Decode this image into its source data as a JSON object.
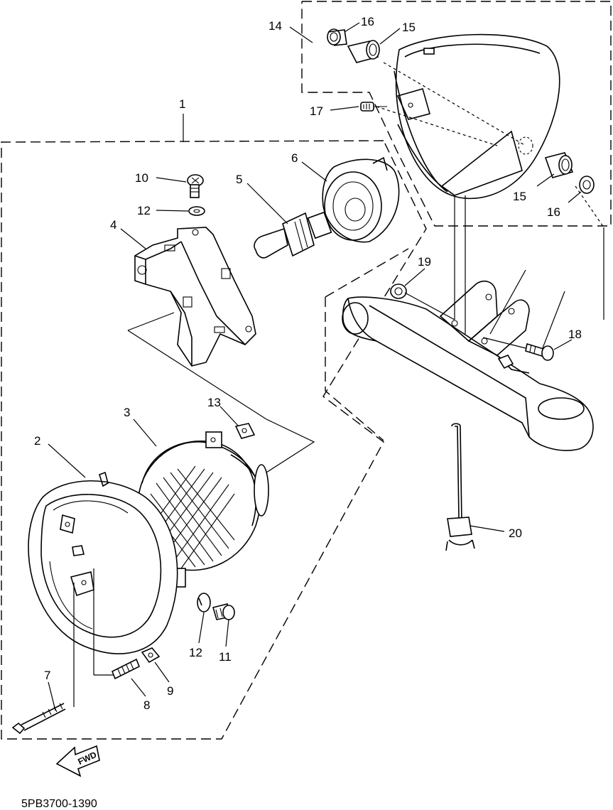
{
  "diagram_code": "5PB3700-1390",
  "fwd_label": "FWD",
  "callouts": [
    {
      "id": "1",
      "label": "1"
    },
    {
      "id": "2",
      "label": "2"
    },
    {
      "id": "3",
      "label": "3"
    },
    {
      "id": "4",
      "label": "4"
    },
    {
      "id": "5",
      "label": "5"
    },
    {
      "id": "6",
      "label": "6"
    },
    {
      "id": "7",
      "label": "7"
    },
    {
      "id": "8",
      "label": "8"
    },
    {
      "id": "9",
      "label": "9"
    },
    {
      "id": "10",
      "label": "10"
    },
    {
      "id": "11",
      "label": "11"
    },
    {
      "id": "12a",
      "label": "12"
    },
    {
      "id": "12b",
      "label": "12"
    },
    {
      "id": "13",
      "label": "13"
    },
    {
      "id": "14",
      "label": "14"
    },
    {
      "id": "15a",
      "label": "15"
    },
    {
      "id": "15b",
      "label": "15"
    },
    {
      "id": "16a",
      "label": "16"
    },
    {
      "id": "16b",
      "label": "16"
    },
    {
      "id": "17",
      "label": "17"
    },
    {
      "id": "18",
      "label": "18"
    },
    {
      "id": "19",
      "label": "19"
    },
    {
      "id": "20",
      "label": "20"
    }
  ]
}
